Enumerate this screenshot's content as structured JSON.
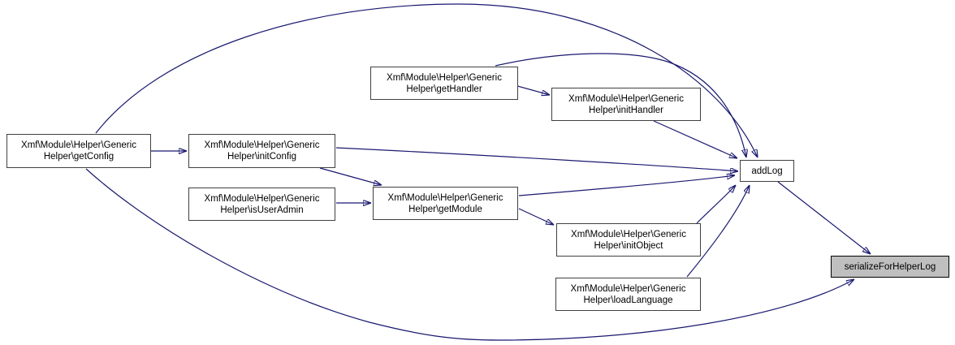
{
  "colors": {
    "edge": "#191970",
    "node_fill": "#ffffff",
    "node_border": "#404040",
    "highlight_fill": "#bfbfbf",
    "text": "#000000",
    "background": "#ffffff"
  },
  "nodes": {
    "getConfig": {
      "label": "Xmf\\Module\\Helper\\Generic\nHelper\\getConfig"
    },
    "initConfig": {
      "label": "Xmf\\Module\\Helper\\Generic\nHelper\\initConfig"
    },
    "isUserAdmin": {
      "label": "Xmf\\Module\\Helper\\Generic\nHelper\\isUserAdmin"
    },
    "getHandler": {
      "label": "Xmf\\Module\\Helper\\Generic\nHelper\\getHandler"
    },
    "getModule": {
      "label": "Xmf\\Module\\Helper\\Generic\nHelper\\getModule"
    },
    "initHandler": {
      "label": "Xmf\\Module\\Helper\\Generic\nHelper\\initHandler"
    },
    "initObject": {
      "label": "Xmf\\Module\\Helper\\Generic\nHelper\\initObject"
    },
    "loadLanguage": {
      "label": "Xmf\\Module\\Helper\\Generic\nHelper\\loadLanguage"
    },
    "addLog": {
      "label": "addLog"
    },
    "serializeForHelperLog": {
      "label": "serializeForHelperLog"
    }
  },
  "edges": [
    {
      "from": "getConfig",
      "to": "initConfig"
    },
    {
      "from": "getConfig",
      "to": "addLog"
    },
    {
      "from": "getConfig",
      "to": "serializeForHelperLog"
    },
    {
      "from": "initConfig",
      "to": "addLog"
    },
    {
      "from": "initConfig",
      "to": "getModule"
    },
    {
      "from": "isUserAdmin",
      "to": "getModule"
    },
    {
      "from": "getModule",
      "to": "addLog"
    },
    {
      "from": "getModule",
      "to": "initObject"
    },
    {
      "from": "getHandler",
      "to": "initHandler"
    },
    {
      "from": "getHandler",
      "to": "addLog"
    },
    {
      "from": "initHandler",
      "to": "addLog"
    },
    {
      "from": "initObject",
      "to": "addLog"
    },
    {
      "from": "loadLanguage",
      "to": "addLog"
    },
    {
      "from": "addLog",
      "to": "serializeForHelperLog"
    }
  ]
}
